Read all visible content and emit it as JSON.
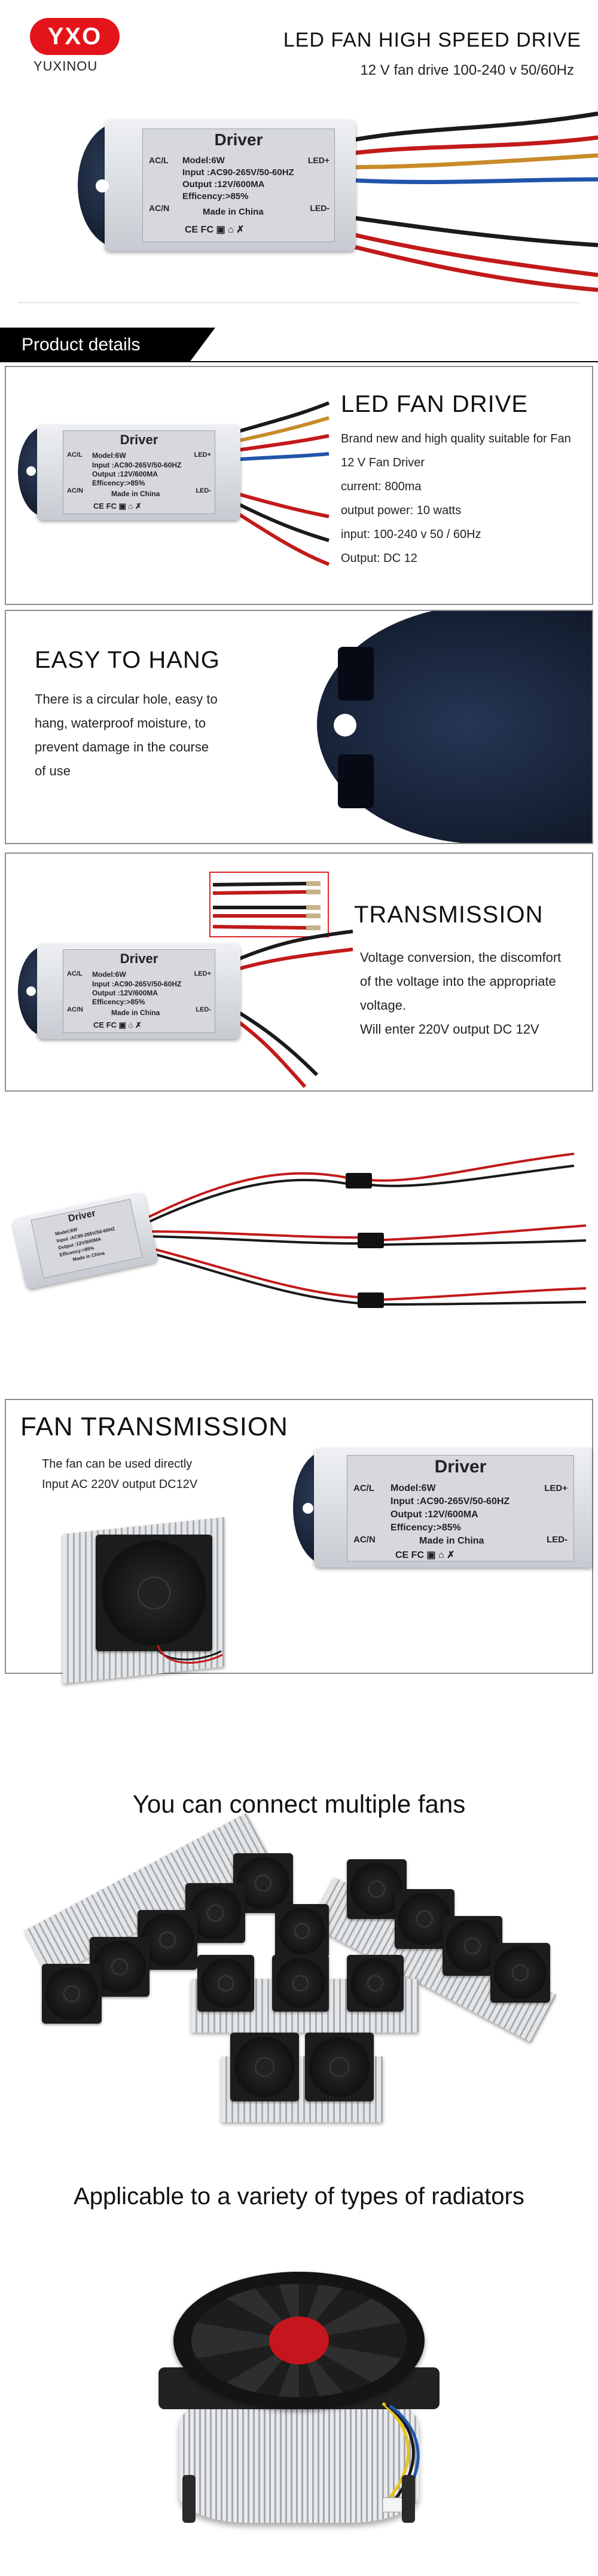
{
  "brand": {
    "logo_text": "YXO",
    "name": "YUXINOU",
    "accent_color": "#e4141b"
  },
  "header": {
    "title": "LED FAN HIGH SPEED DRIVE",
    "subtitle": "12 V fan drive 100-240 v 50/60Hz"
  },
  "driver_label": {
    "title": "Driver",
    "ac_l": "AC/L",
    "ac_n": "AC/N",
    "model": "Model:6W",
    "input": "Input :AC90-265V/50-60HZ",
    "output": "Output :12V/600MA",
    "efficiency": "Efficency:>85%",
    "origin": "Made in China",
    "led_plus": "LED+",
    "led_minus": "LED-",
    "marks": "CE  FC  ▣  ⌂  ✗"
  },
  "product_details": {
    "banner": "Product details"
  },
  "led_fan_drive": {
    "title": "LED FAN DRIVE",
    "lines": [
      "Brand new and high quality suitable for Fan",
      "12 V Fan Driver",
      "current: 800ma",
      "output power: 10 watts",
      "input: 100-240 v 50 / 60Hz",
      "Output: DC 12"
    ]
  },
  "easy_to_hang": {
    "title": "EASY TO HANG",
    "lines": [
      "There is a circular hole, easy to",
      "hang, waterproof moisture, to",
      "prevent damage in the course",
      "of use"
    ]
  },
  "transmission": {
    "title": "TRANSMISSION",
    "lines": [
      "Voltage conversion, the discomfort",
      "of the voltage into the appropriate",
      "voltage.",
      "Will enter 220V output DC 12V"
    ]
  },
  "fan_transmission": {
    "title": "FAN TRANSMISSION",
    "lines": [
      "The fan can be used directly",
      "Input AC 220V output DC12V"
    ]
  },
  "multiple_fans": {
    "title": "You can connect multiple fans"
  },
  "radiators": {
    "title": "Applicable to a variety of types of radiators"
  }
}
